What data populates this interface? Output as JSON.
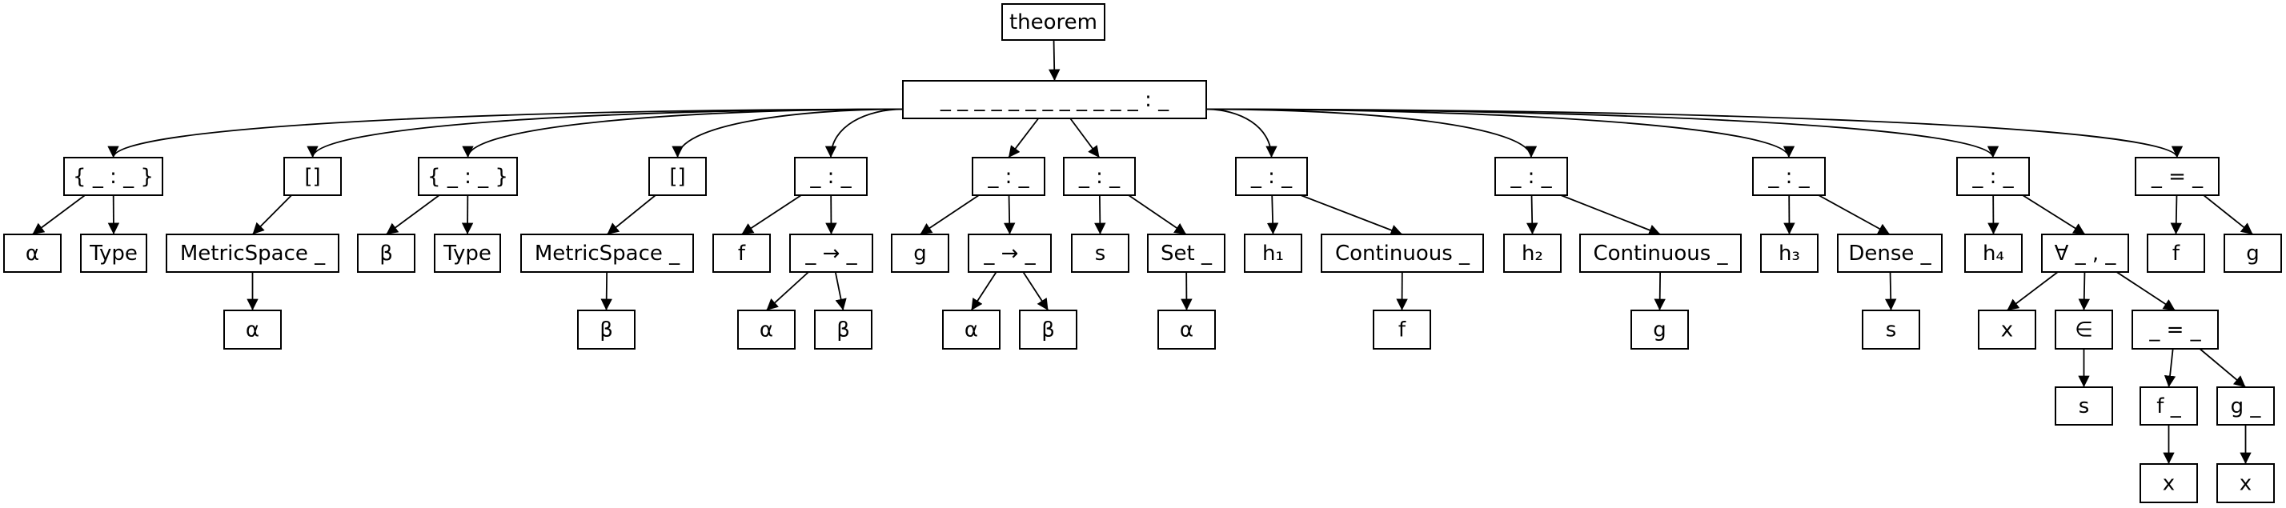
{
  "root": "theorem",
  "nodes": {
    "thm": "theorem",
    "sig": "_ _ _ _ _ _ _ _ _ _ _ _ : _",
    "b1": "{ _ : _ }",
    "b1a": "α",
    "b1b": "Type",
    "i1": "[]",
    "i1a": "MetricSpace _",
    "i1b": "α",
    "b2": "{ _ : _ }",
    "b2a": "β",
    "b2b": "Type",
    "i2": "[]",
    "i2a": "MetricSpace _",
    "i2b": "β",
    "c1": "_ : _",
    "c1a": "f",
    "c1b": "_ → _",
    "c1c": "α",
    "c1d": "β",
    "c2": "_ : _",
    "c2a": "g",
    "c2b": "_ → _",
    "c2c": "α",
    "c2d": "β",
    "c3": "_ : _",
    "c3a": "s",
    "c3b": "Set _",
    "c3c": "α",
    "c4": "_ : _",
    "c4a": "h₁",
    "c4b": "Continuous _",
    "c4c": "f",
    "c5": "_ : _",
    "c5a": "h₂",
    "c5b": "Continuous _",
    "c5c": "g",
    "c6": "_ : _",
    "c6a": "h₃",
    "c6b": "Dense _",
    "c6c": "s",
    "c7": "_ : _",
    "c7a": "h₄",
    "c7b": "∀ _ , _",
    "c7c": "x",
    "c7d": "∈",
    "c7e": "s",
    "c7f": "_ = _",
    "c7g": "f _",
    "c7h": "x",
    "c7i": "g _",
    "c7j": "x",
    "eq": "_ = _",
    "eqa": "f",
    "eqb": "g"
  }
}
